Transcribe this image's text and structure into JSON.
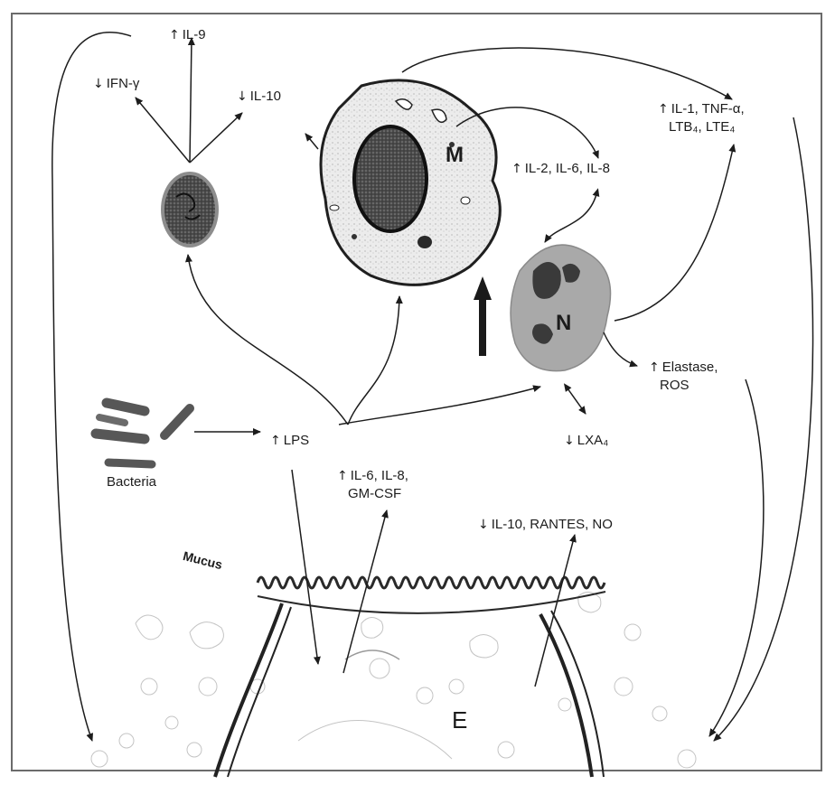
{
  "diagram": {
    "cells": {
      "macrophage": "M",
      "neutrophil": "N",
      "epithelium": "E"
    },
    "labels": {
      "ifn_gamma": "IFN-γ",
      "il9": "IL-9",
      "il10_top": "IL-10",
      "il1_line1": "IL-1, TNF-α,",
      "il1_line2": "LTB₄, LTE₄",
      "il2": "IL-2, IL-6, IL-8",
      "elastase_line1": "Elastase,",
      "elastase_line2": "ROS",
      "lxa4": "LXA₄",
      "lps": "LPS",
      "bacteria": "Bacteria",
      "il6_line1": "IL-6, IL-8,",
      "il6_line2": "GM-CSF",
      "il10_rantes": "IL-10, RANTES, NO",
      "mucus": "Mucus"
    },
    "arrows": {
      "up": "↑",
      "down": "↓"
    },
    "colors": {
      "ink": "#1c1c1c",
      "cell_fill": "#e9e9e9",
      "nucleus": "#3a3a3a",
      "neutrophil_fill": "#a9a9a9",
      "faint": "#b8b8b8"
    }
  }
}
